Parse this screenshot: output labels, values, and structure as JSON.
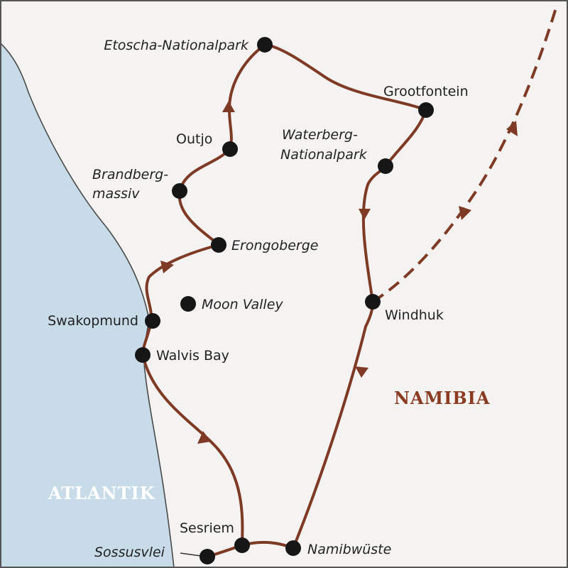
{
  "map": {
    "country_label": "NAMIBIA",
    "ocean_label": "ATLANTIK",
    "colors": {
      "land": "#f4f3f1",
      "ocean": "#c7dbe8",
      "coast": "#4a4a4a",
      "route": "#7e3a24",
      "dot": "#161616",
      "country_text": "#8a3b22",
      "ocean_text": "#ffffff"
    },
    "places": {
      "etoscha": "Etoscha-Nationalpark",
      "grootfontein": "Grootfontein",
      "waterberg_1": "Waterberg-",
      "waterberg_2": "Nationalpark",
      "outjo": "Outjo",
      "brandberg_1": "Brandberg-",
      "brandberg_2": "massiv",
      "erongoberge": "Erongoberge",
      "moon_valley": "Moon Valley",
      "swakopmund": "Swakopmund",
      "walvis_bay": "Walvis Bay",
      "windhuk": "Windhuk",
      "sesriem": "Sesriem",
      "sossusvlei": "Sossusvlei",
      "namibwueste": "Namibwüste"
    }
  }
}
